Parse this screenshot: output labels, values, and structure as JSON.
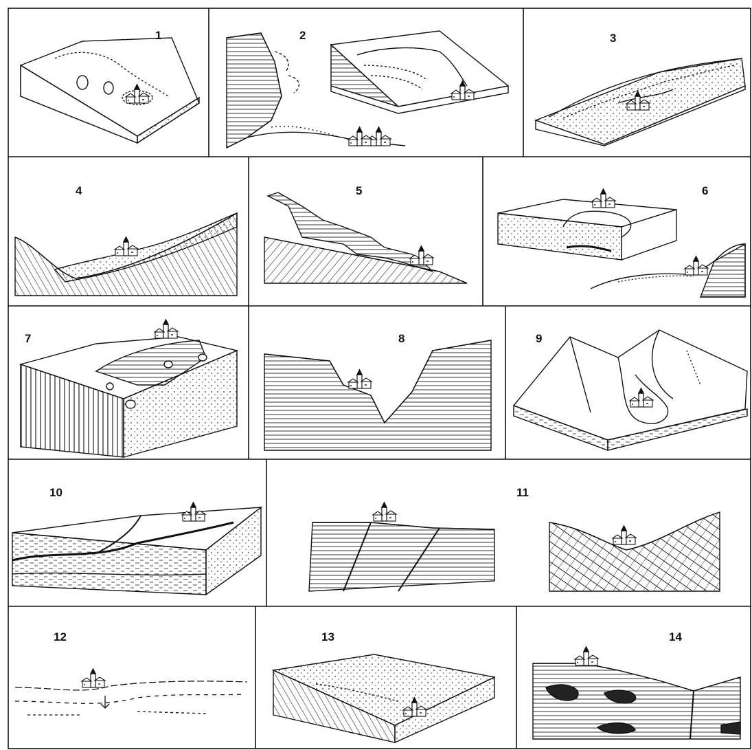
{
  "panels": [
    {
      "number": "1"
    },
    {
      "number": "2"
    },
    {
      "number": "3"
    },
    {
      "number": "4"
    },
    {
      "number": "5"
    },
    {
      "number": "6"
    },
    {
      "number": "7"
    },
    {
      "number": "8"
    },
    {
      "number": "9"
    },
    {
      "number": "10"
    },
    {
      "number": "11"
    },
    {
      "number": "12"
    },
    {
      "number": "13"
    },
    {
      "number": "14"
    }
  ]
}
